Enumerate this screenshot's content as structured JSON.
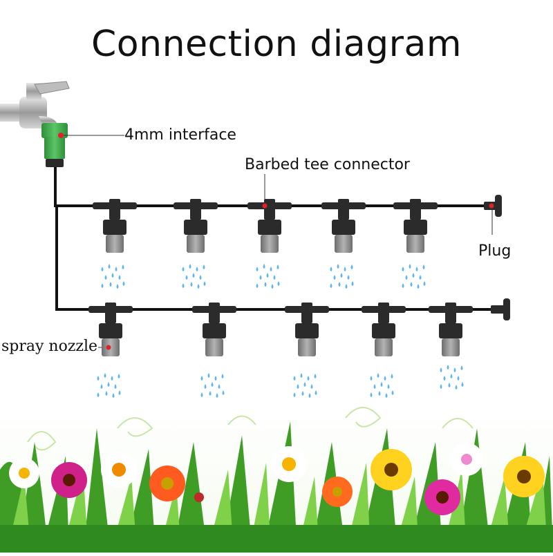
{
  "title": "Connection diagram",
  "labels": {
    "interface": "4mm interface",
    "tee": "Barbed tee connector",
    "plug": "Plug",
    "nozzle": "spray nozzle"
  },
  "colors": {
    "pipe": "#111111",
    "fitting": "#2b2b2b",
    "nozzle_tip": "#8a8a8a",
    "adapter_green": "#3aa648",
    "water": "#5fb6e8",
    "marker_red": "#e0202a",
    "grass": "#4fb32b"
  }
}
